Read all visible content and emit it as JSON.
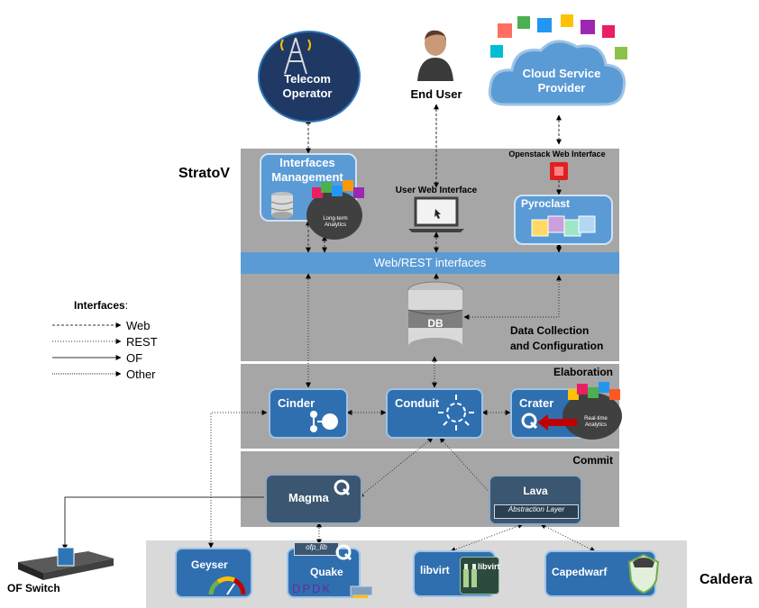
{
  "top": {
    "telecom": "Telecom\nOperator",
    "end_user": "End User",
    "cloud": "Cloud Service\nProvider"
  },
  "stratov": {
    "title": "StratoV",
    "interfaces_management": "Interfaces\nManagement",
    "long_term_analytics": "Long-term\nAnalytics",
    "user_web_interface": "User Web Interface",
    "openstack_web_interface": "Openstack Web Interface",
    "pyroclast": "Pyroclast",
    "web_rest": "Web/REST interfaces",
    "db": "DB",
    "data_collection": "Data Collection\nand Configuration"
  },
  "elaboration": {
    "title": "Elaboration",
    "cinder": "Cinder",
    "conduit": "Conduit",
    "crater": "Crater",
    "realtime_analytics": "Real-time\nAnalytics"
  },
  "commit": {
    "title": "Commit",
    "magma": "Magma",
    "lava": "Lava",
    "abstraction_layer": "Abstraction Layer"
  },
  "caldera": {
    "title": "Caldera",
    "geyser": "Geyser",
    "ofp_lib": "ofp_lib",
    "quake": "Quake",
    "dpdk": "DPDK",
    "libvirt": "libvirt",
    "libvirt_logo": "libvirt",
    "capedwarf": "Capedwarf"
  },
  "of_switch": "OF Switch",
  "legend": {
    "title": "Interfaces",
    "colon": ":",
    "items": [
      "Web",
      "REST",
      "OF",
      "Other"
    ]
  }
}
